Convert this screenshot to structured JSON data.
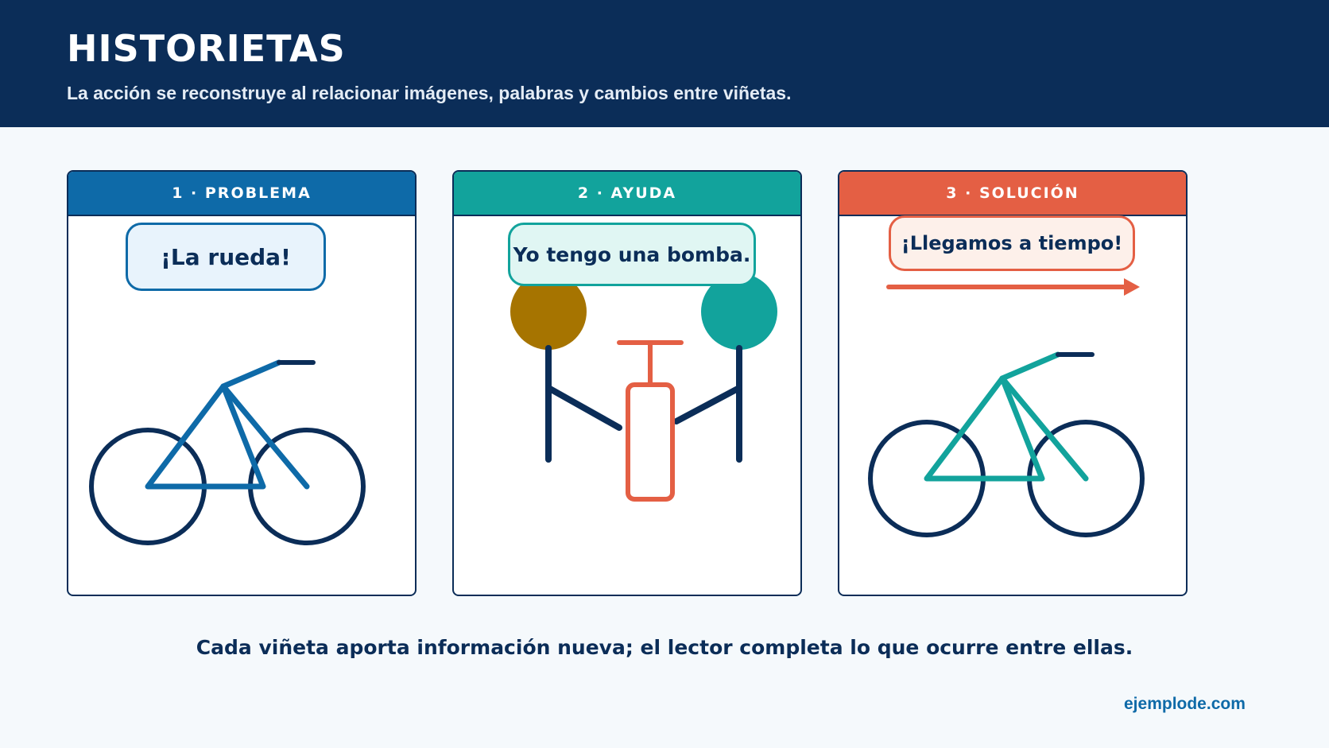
{
  "header": {
    "title": "HISTORIETAS",
    "subtitle": "La acción se reconstruye al relacionar imágenes, palabras y cambios entre viñetas."
  },
  "panels": [
    {
      "label": "1 · PROBLEMA",
      "speech": "¡La rueda!",
      "color": "#0e6aa8",
      "bubble_fill": "#e8f3fc",
      "drawing": "bicycle-icon"
    },
    {
      "label": "2 · AYUDA",
      "speech": "Yo tengo una bomba.",
      "color": "#12a39c",
      "bubble_fill": "#e0f6f3",
      "drawing": "pump-icon"
    },
    {
      "label": "3 · SOLUCIÓN",
      "speech": "¡Llegamos a tiempo!",
      "color": "#e45f44",
      "bubble_fill": "#fdf0ea",
      "drawing": "bicycle-icon"
    }
  ],
  "caption": "Cada viñeta aporta información nueva; el lector completa lo que ocurre entre ellas.",
  "site": "ejemplode.com",
  "colors": {
    "navy": "#0b2d58",
    "blue": "#0e6aa8",
    "teal": "#12a39c",
    "coral": "#e45f44",
    "ochre": "#a67400",
    "background": "#f5f9fc"
  }
}
